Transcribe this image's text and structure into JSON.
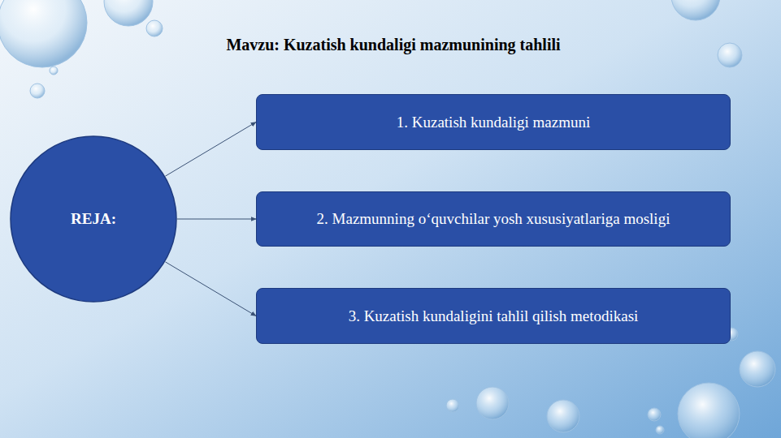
{
  "diagram": {
    "title": "Mavzu: Kuzatish kundaligi mazmunining tahlili",
    "nodes": [
      {
        "text": [
          "REJA:"
        ]
      },
      {
        "text": [
          "1. Kuzatish kundaligi mazmuni"
        ]
      },
      {
        "text": [
          "2. Mazmunning o‘quvchilar yosh xususiyatlariga mosligi"
        ]
      },
      {
        "text": [
          "3. Kuzatish kundaligini tahlil qilish metodikasi"
        ]
      }
    ],
    "edges": [
      {
        "from": 0,
        "to": 1,
        "arrow": "to"
      },
      {
        "from": 0,
        "to": 2,
        "arrow": "to"
      },
      {
        "from": 0,
        "to": 3,
        "arrow": "to"
      }
    ]
  }
}
